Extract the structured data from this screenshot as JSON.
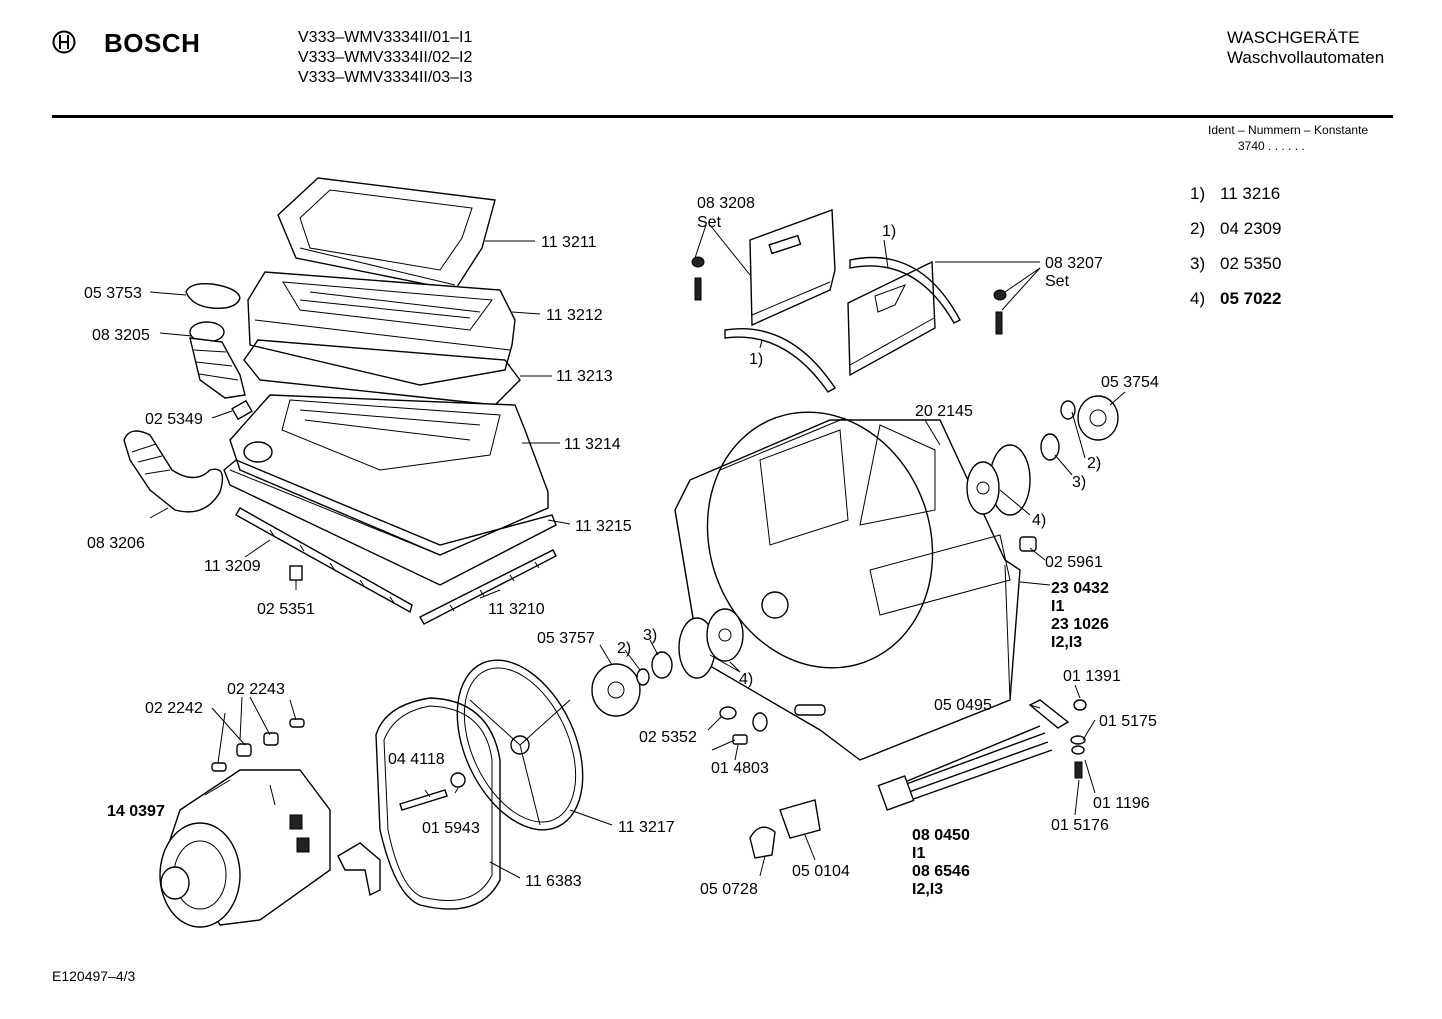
{
  "header": {
    "brand": "BOSCH",
    "models": [
      "V333–WMV3334II/01–I1",
      "V333–WMV3334II/02–I2",
      "V333–WMV3334II/03–I3"
    ],
    "category_line1": "WASCHGERÄTE",
    "category_line2": "Waschvollautomaten",
    "ident_label": "Ident – Nummern – Konstante",
    "ident_value": "3740 . . . . . ."
  },
  "legend": [
    {
      "key": "1)",
      "value": "11 3216",
      "bold": false
    },
    {
      "key": "2)",
      "value": "04 2309",
      "bold": false
    },
    {
      "key": "3)",
      "value": "02 5350",
      "bold": false
    },
    {
      "key": "4)",
      "value": "05 7022",
      "bold": true
    }
  ],
  "footer": {
    "code": "E120497–4/3"
  },
  "parts": {
    "p113211": "11 3211",
    "p113212": "11 3212",
    "p113213": "11 3213",
    "p113214": "11 3214",
    "p113215": "11 3215",
    "p113209": "11 3209",
    "p113210": "11 3210",
    "p025351": "02 5351",
    "p053753": "05 3753",
    "p083205": "08 3205",
    "p025349": "02 5349",
    "p083206": "08 3206",
    "p083208": "08 3208",
    "set_left": "Set",
    "p083207": "08 3207",
    "set_right": "Set",
    "fn1_top": "1)",
    "fn1_bottom": "1)",
    "p053754": "05 3754",
    "p202145": "20 2145",
    "fn2_right": "2)",
    "fn3_right": "3)",
    "fn4_right": "4)",
    "p025961": "02 5961",
    "p230432": "23 0432",
    "v_i1_a": "I1",
    "p231026": "23 1026",
    "v_i2i3_a": "I2,I3",
    "p053757": "05 3757",
    "fn2_left": "2)",
    "fn3_left": "3)",
    "fn4_left": "4)",
    "p025352": "02 5352",
    "p014803": "01 4803",
    "p011391": "01 1391",
    "p050495": "05 0495",
    "p015175": "01 5175",
    "p011196": "01 1196",
    "p015176": "01 5176",
    "p080450": "08 0450",
    "v_i1_b": "I1",
    "p086546": "08 6546",
    "v_i2i3_b": "I2,I3",
    "p022243": "02 2243",
    "p022242": "02 2242",
    "p140397": "14 0397",
    "p044118": "04 4118",
    "p015943": "01 5943",
    "p113217": "11 3217",
    "p116383": "11 6383",
    "p050728": "05 0728",
    "p050104": "05 0104"
  }
}
